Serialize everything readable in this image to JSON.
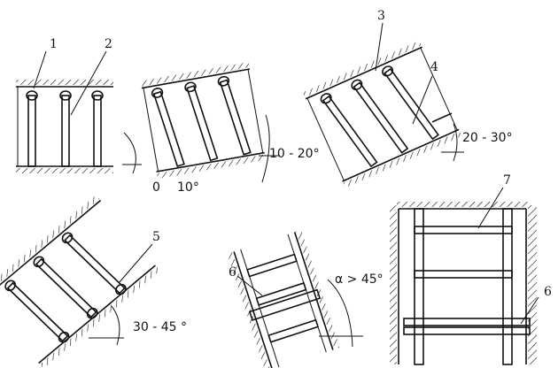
{
  "labels": {
    "n1": "1",
    "n2": "2",
    "n3": "3",
    "n4": "4",
    "n5": "5",
    "n6a": "6",
    "n6b": "6",
    "n7": "7"
  },
  "angles": {
    "a0": "0",
    "a10": "10°",
    "a10_20": "10 - 20°",
    "a20_30": "20 - 30°",
    "a30_45": "30 - 45 °",
    "a45": "α > 45°"
  }
}
